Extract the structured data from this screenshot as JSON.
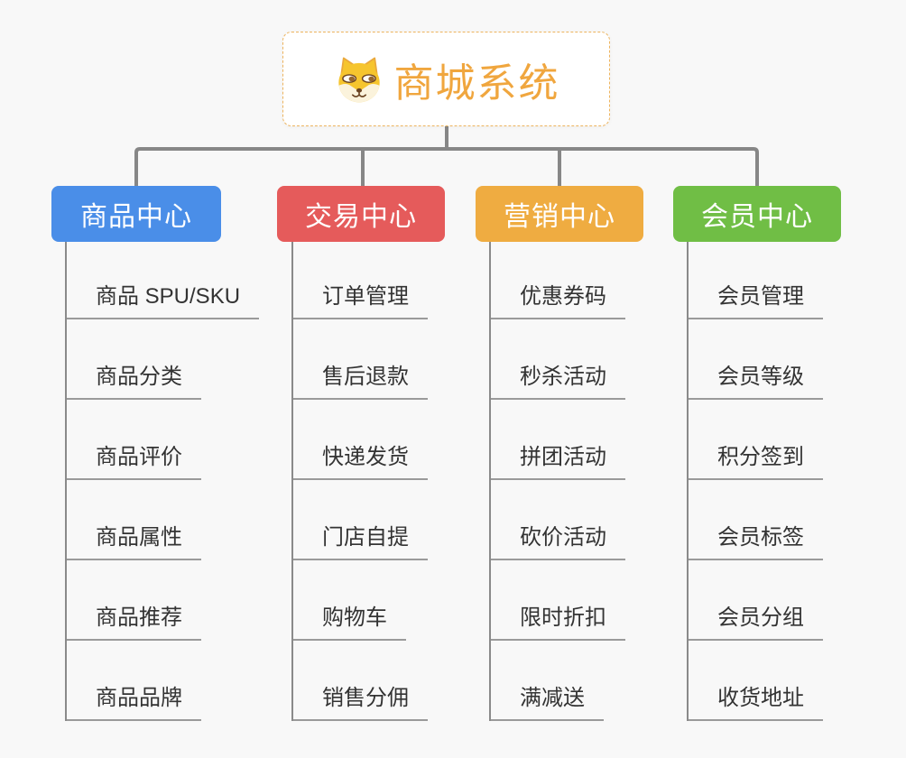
{
  "root": {
    "title": "商城系统",
    "icon": "dog-face-icon"
  },
  "branches": [
    {
      "label": "商品中心",
      "color": "#4a8ee8",
      "children": [
        "商品 SPU/SKU",
        "商品分类",
        "商品评价",
        "商品属性",
        "商品推荐",
        "商品品牌"
      ]
    },
    {
      "label": "交易中心",
      "color": "#e55b5b",
      "children": [
        "订单管理",
        "售后退款",
        "快递发货",
        "门店自提",
        "购物车",
        "销售分佣"
      ]
    },
    {
      "label": "营销中心",
      "color": "#efac41",
      "children": [
        "优惠券码",
        "秒杀活动",
        "拼团活动",
        "砍价活动",
        "限时折扣",
        "满减送"
      ]
    },
    {
      "label": "会员中心",
      "color": "#70be45",
      "children": [
        "会员管理",
        "会员等级",
        "积分签到",
        "会员标签",
        "会员分组",
        "收货地址"
      ]
    }
  ],
  "colors": {
    "background": "#f8f8f8",
    "connector": "#878787",
    "child_underline": "#9a9a9a",
    "child_text": "#333333",
    "root_border": "#edb45e",
    "root_title": "#f0a63e"
  }
}
